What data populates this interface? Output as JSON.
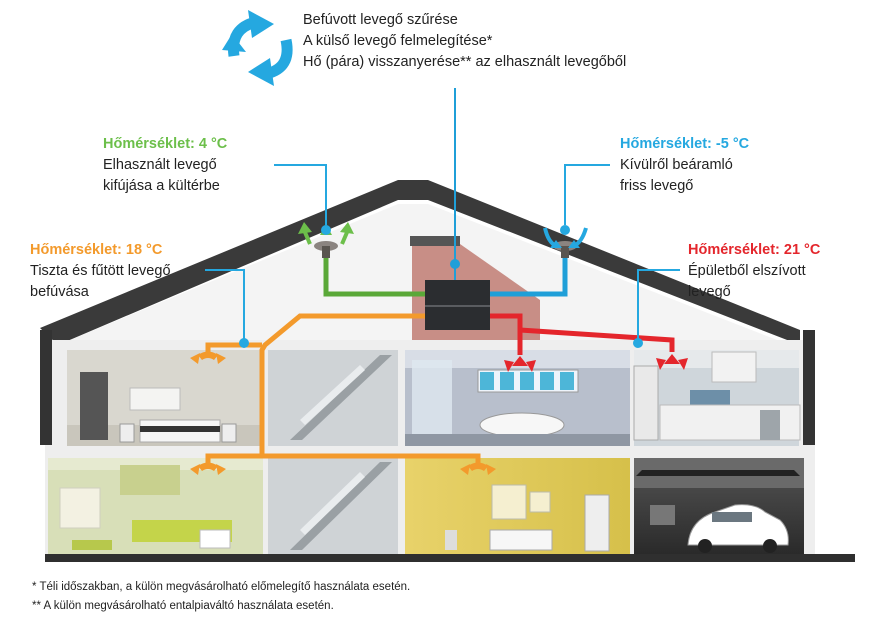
{
  "top_caption": {
    "line1": "Befúvott levegő szűrése",
    "line2": "A külső levegő felmelegítése*",
    "line3": "Hő (pára) visszanyerése** az elhasznált levegőből"
  },
  "exhaust": {
    "heading": "Hőmérséklet: 4 °C",
    "line1": "Elhasznált levegő",
    "line2": "kifújása a kültérbe",
    "color": "#6cbf4a"
  },
  "fresh": {
    "heading": "Hőmérséklet: -5 °C",
    "line1": "Kívülről beáramló",
    "line2": "friss levegő",
    "color": "#25a8e0"
  },
  "supply": {
    "heading": "Hőmérséklet: 18 °C",
    "line1": "Tiszta és fűtött levegő",
    "line2": "befúvása",
    "color": "#f39a2c"
  },
  "extract": {
    "heading": "Hőmérséklet: 21 °C",
    "line1": "Épületből elszívott",
    "line2": "levegő",
    "color": "#e4262c"
  },
  "footnotes": {
    "note1": "* Téli időszakban, a külön megvásárolható előmelegítő használata esetén.",
    "note2": "** A külön megvásárolható entalpiaváltó használata esetén."
  }
}
